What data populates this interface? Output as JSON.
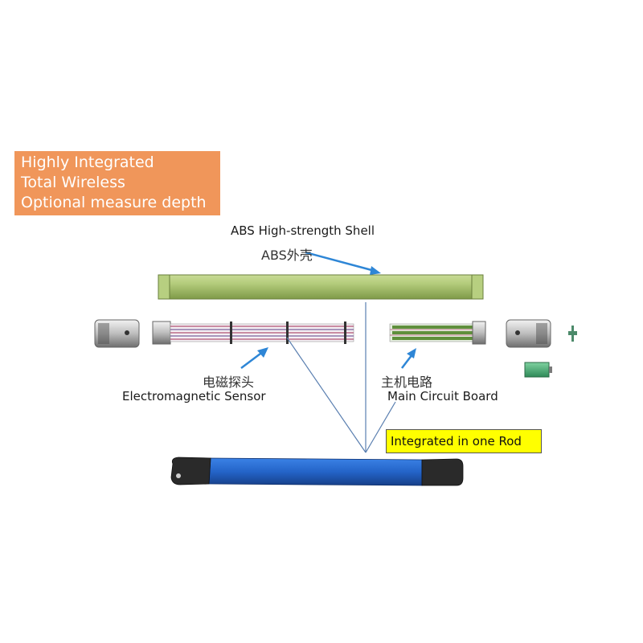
{
  "features": {
    "line1": "Highly Integrated",
    "line2": "Total Wireless",
    "line3": "Optional measure depth"
  },
  "shell": {
    "label_en": "ABS High-strength Shell",
    "label_cn": "ABS外壳"
  },
  "sensor": {
    "label_cn": "电磁探头",
    "label_en": "Electromagnetic Sensor"
  },
  "board": {
    "label_cn": "主机电路",
    "label_en": "Main Circuit Board"
  },
  "callout": {
    "text": "Integrated in one Rod"
  },
  "colors": {
    "feature_box": "#f0965a",
    "shell": "#a8c46a",
    "rod": "#2c6fd4",
    "callout": "#ffff00",
    "arrow": "#2e86d6"
  }
}
